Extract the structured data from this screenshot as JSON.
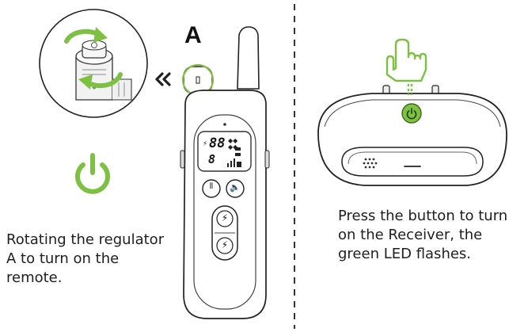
{
  "label_a": "A",
  "lcd": {
    "digits_top": "88",
    "digits_bottom": "8"
  },
  "captions": {
    "left": "Rotating the regulator A to turn on the remote.",
    "right": "Press the button to turn on the Receiver, the green LED flashes."
  },
  "colors": {
    "accent_green": "#7ec142",
    "outline": "#222222",
    "divider": "#333333"
  },
  "icons": {
    "power": "power-icon",
    "rotate": "rotate-arrows-icon",
    "press": "pointing-hand-icon",
    "chevrons": "double-chevron-left-icon",
    "lightning": "lightning-icon",
    "speaker": "speaker-icon",
    "vibrate": "vibrate-icon"
  }
}
